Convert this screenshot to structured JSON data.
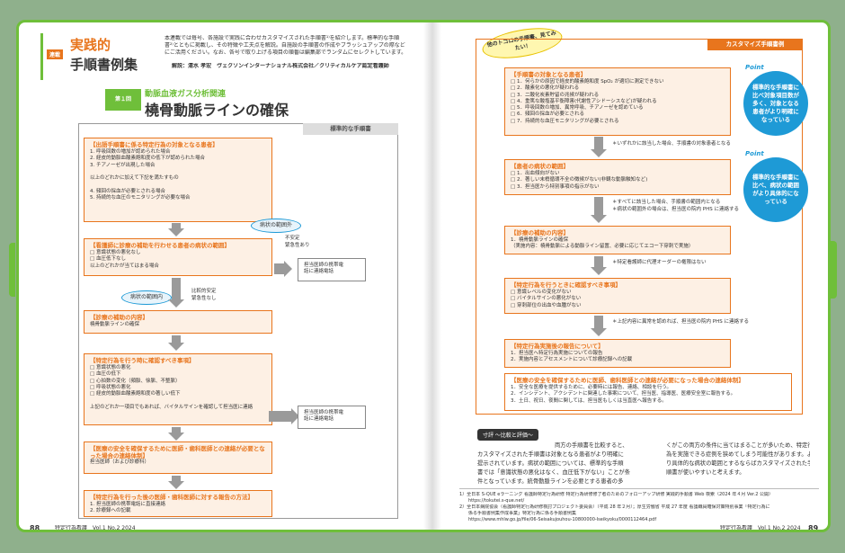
{
  "left": {
    "series_tag": "連載",
    "series_title1": "実践的",
    "series_title2": "手順書例集",
    "intro": [
      "本連載では毎号、各施設で実践に合わせカスタマイズされた手順書¹⁾を紹介します。標準的な手順",
      "書²⁾とともに掲載し、その特徴や工夫点を解説。自施設の手順書の作成やブラッシュアップの際など",
      "にご活用ください。なお、各号で取り上げる項目の順番は編集部でランダムにセレクトしています。"
    ],
    "author": "解説：清水 孝宏　ヴェクソンインターナショナル株式会社／クリティカルケア認定看護師",
    "chapter_badge": "第１回",
    "chapter_sub": "動脈血液ガス分析関連",
    "chapter_title": "橈骨動脈ラインの確保",
    "std_label": "標準的な手順書",
    "b1_title": "【出語手順書に係る特定行為の対象となる患者】",
    "b1_lines": [
      "1. 呼吸回数の増加が認められた場合",
      "2. 経皮的動脈血酸素飽和度の低下が認められた場合",
      "3. チアノーゼが出現した場合",
      "",
      "以上のどれかに加えて下記を満たすもの",
      "",
      "4. 頻回の採血が必要とされる場合",
      "5. 持続的な血圧のモニタリングが必要な場合"
    ],
    "b2_title": "【看護師に診療の補助を行わせる患者の病状の範囲】",
    "b2_lines": [
      "□ 意識状態の悪化なし",
      "□ 血圧低下なし",
      "以上のどれかが当てはまる場合"
    ],
    "oval_out": "病状の範囲外",
    "out_notes": [
      "不安定",
      "緊急性あり"
    ],
    "doctor_contact": [
      "担当医師の携帯電",
      "話に連絡電話"
    ],
    "oval_in": "病状の範囲内",
    "in_notes": [
      "比較的安定",
      "緊急性なし"
    ],
    "b3_title": "【診療の補助の内容】",
    "b3_lines": [
      "橈骨動脈ラインの確保"
    ],
    "b4_title": "【特定行為を行う時に確認すべき事項】",
    "b4_lines": [
      "□ 意識状態の悪化",
      "□ 血圧の低下",
      "□ 心拍数の変化（頻脈、徐脈、不整脈）",
      "□ 呼吸状態の悪化",
      "□ 経皮的動脈血酸素飽和度の著しい低下",
      "",
      "上記のどれか一項目でもあれば、バイタルサインを確認して担当医に連絡"
    ],
    "doctor_contact2": [
      "担当医師の携帯電",
      "話に連絡電話"
    ],
    "b5_title": "【医療の安全を確保するために医師・歯科医師との連絡が必要となった場合の連絡体制】",
    "b5_lines": [
      "担当医師（および診療科）"
    ],
    "b6_title": "【特定行為を行った後の医師・歯科医師に対する報告の方法】",
    "b6_lines": [
      "1. 担当医師の携帯電話に直接連絡",
      "2. 診療録への記載"
    ],
    "footer_page": "88",
    "footer_mag": "特定行為看護　Vol.1 No.2 2024"
  },
  "right": {
    "badge": "他のトコロの手順書、見てみたい！",
    "cust_label": "カスタマイズ手順書例",
    "c1_title": "【手順書の対象となる患者】",
    "c1_lines": [
      "□ 1．何らかの原因で経皮的酸素飽和度 SpO₂ が適切に測定できない",
      "□ 2．酸素化の悪化が疑われる",
      "□ 3．二酸化炭素貯留の兆候が疑われる",
      "□ 4．重篤な酸塩基平衡障害(代謝性アシドーシスなど)が疑われる",
      "□ 5．呼吸回数の増加、異常呼吸、チアノーゼを認めている",
      "□ 6．頻回の採血が必要とされる",
      "□ 7．持続的な血圧モニタリングが必要とされる"
    ],
    "c1_note": "＊いずれかに該当した場合、手順書の対象患者となる",
    "c2_title": "【患者の病状の範囲】",
    "c2_lines": [
      "□ 1．出血傾向がない",
      "□ 2．著しい末梢循環不全の徴候がない(非観な動脈触知など)",
      "□ 3．担当医から特別事項の指示がない"
    ],
    "c2_notes": [
      "＊すべてに該当した場合、手順書の範囲内となる",
      "＊病状の範囲外の場合は、担当医の院内 PHS に連絡する"
    ],
    "c3_title": "【診療の補助の内容】",
    "c3_lines": [
      "1．橈骨動脈ラインの確保",
      "（実施内容：橈骨動脈による動脈ライン留置、必要に応じてエコー下穿刺で実施）"
    ],
    "c3_note": "＊特定看護師に代理オーダーの権限はない",
    "c4_title": "【特定行為を行うときに確認すべき事項】",
    "c4_lines": [
      "□ 意識レベルの変化がない",
      "□ バイタルサインの悪化がない",
      "□ 穿刺部位の出血や血腫がない"
    ],
    "c4_note": "＊上記内容に異常を認めれば、担当医の院内 PHS に連絡する",
    "c5_title": "【特定行為実施後の報告について】",
    "c5_lines": [
      "1．担当医へ特定行為実施についての報告",
      "2．実施内容とアセスメントについて診療記録への記載"
    ],
    "c6_title": "【医療の安全を確保するために医師、歯科医師との連絡が必要になった場合の連絡体制】",
    "c6_lines": [
      "1．安全な医療を提供するために、必要時には報告、連絡、相談を行う。",
      "2．インシデント、アクシデントに関連した事案について、担当医、指導医、医療安全室に報告する。",
      "3．土日、祝日、夜間に関しては、担当医もしくは当直医へ報告する。"
    ],
    "bubble1_point": "Point",
    "bubble1": "標準的な手順書に比べ対象項目数が多く、対象となる患者がより明確になっている",
    "bubble2_point": "Point",
    "bubble2": "標準的な手順書に比べ、病状の範囲がより具体的になっている",
    "eval_label": "寸評 〜比較と評価〜",
    "eval_col1": [
      "両方の手順書を比較すると、",
      "カスタマイズされた手順書は対象となる患者がより明確に",
      "提示されています。病状の範囲については、標準的な手順",
      "書では「意識状態の悪化はなく、血圧低下がない」ことが条",
      "件となっています。統骨動脈ラインを必要とする患者の多"
    ],
    "eval_col2": [
      "くがこの両方の条件に当てはまることが多いため、特定行",
      "為を実施できる症例を狭めてしまう可能性があります。よ",
      "り具体的な病状の範囲とするならばカスタマイズされた手",
      "順書が使いやすいと考えます。"
    ],
    "refs": [
      "1）全日本 S-QUE eラーニング 看護師特定行為研修 特定行為研修修了者のためのフォローアップ研修 実践的手順書 Web 検索（2024 年４月 Ver.2 公開）",
      "　　https://tokutei.s-que.net/",
      "2）全日本病院協会（看護師特定行為研修検討プロジェクト委員会）（平成 28 年２月）；厚生労働省 平成 27 年度 看護職員確保対策特別事業「特定行為に",
      "　　係る手順書例集作成事業」特定行為に係る手順書例集",
      "　　https://www.mhlw.go.jp/file/06-Seisakujouhou-10800000-Iseikyoku/0000112464.pdf"
    ],
    "footer_mag": "特定行為看護　Vol.1 No.2 2024",
    "footer_page": "89"
  }
}
